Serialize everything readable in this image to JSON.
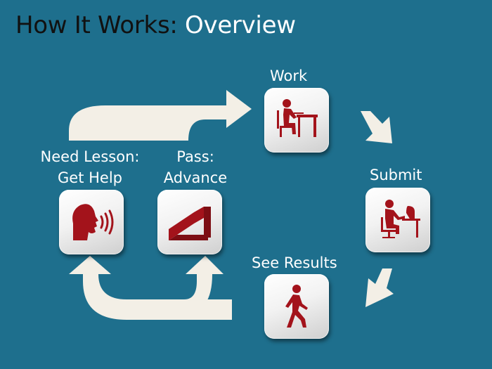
{
  "title": {
    "prefix": "How It Works:",
    "highlight": "Overview"
  },
  "steps": {
    "work": {
      "label": "Work",
      "icon": "student-at-desk-icon"
    },
    "submit": {
      "label": "Submit",
      "icon": "person-at-computer-icon"
    },
    "see_results": {
      "label": "See Results",
      "icon": "walking-person-icon"
    },
    "need_lesson": {
      "label_line1": "Need Lesson:",
      "label_line2": "Get Help",
      "icon": "speaking-head-icon"
    },
    "pass": {
      "label_line1": "Pass:",
      "label_line2": "Advance",
      "icon": "stairs-icon"
    }
  },
  "colors": {
    "background": "#1e6f8d",
    "arrow_fill": "#f3efe6",
    "icon_red": "#a3131b"
  }
}
